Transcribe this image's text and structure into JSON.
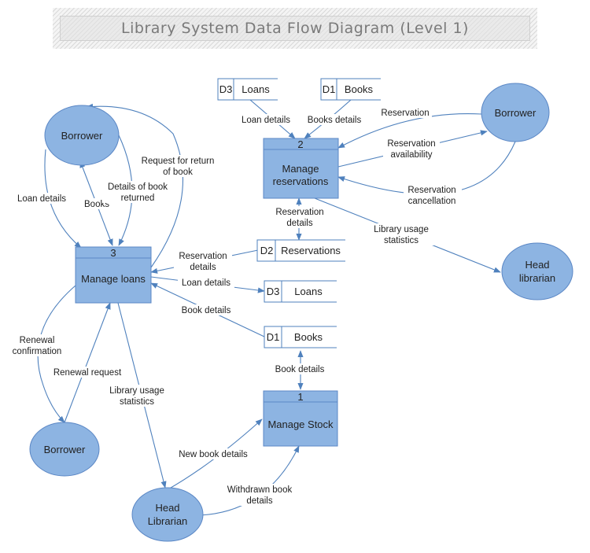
{
  "title": "Library System Data Flow Diagram (Level 1)",
  "entities": {
    "borrower_top_left": "Borrower",
    "borrower_top_right": "Borrower",
    "borrower_bottom": "Borrower",
    "head_librarian_right": [
      "Head",
      "librarian"
    ],
    "head_librarian_bottom": [
      "Head",
      "Librarian"
    ]
  },
  "processes": {
    "p1": {
      "number": "1",
      "name": [
        "Manage Stock"
      ]
    },
    "p2": {
      "number": "2",
      "name": [
        "Manage",
        "reservations"
      ]
    },
    "p3": {
      "number": "3",
      "name": [
        "Manage loans"
      ]
    }
  },
  "stores": {
    "d3_top": {
      "id": "D3",
      "name": "Loans"
    },
    "d1_top": {
      "id": "D1",
      "name": "Books"
    },
    "d2": {
      "id": "D2",
      "name": "Reservations"
    },
    "d3_mid": {
      "id": "D3",
      "name": "Loans"
    },
    "d1_mid": {
      "id": "D1",
      "name": "Books"
    }
  },
  "flows": {
    "loan_details_top": [
      "Loan details"
    ],
    "books_details_top": [
      "Books details"
    ],
    "reservation": [
      "Reservation"
    ],
    "reservation_availability": [
      "Reservation",
      "availability"
    ],
    "reservation_cancellation": [
      "Reservation",
      "cancellation"
    ],
    "reservation_details_p2": [
      "Reservation",
      "details"
    ],
    "library_usage_p2": [
      "Library usage",
      "statistics"
    ],
    "loan_details_borrower": [
      "Loan details"
    ],
    "books_borrower": [
      "Books"
    ],
    "details_of_book_returned": [
      "Details of book",
      "returned"
    ],
    "request_for_return": [
      "Request for return",
      "of book"
    ],
    "reservation_details_p3": [
      "Reservation",
      "details"
    ],
    "loan_details_p3": [
      "Loan details"
    ],
    "book_details_p3": [
      "Book details"
    ],
    "book_details_p1": [
      "Book details"
    ],
    "renewal_confirmation": [
      "Renewal",
      "confirmation"
    ],
    "renewal_request": [
      "Renewal request"
    ],
    "library_usage_p3": [
      "Library usage",
      "statistics"
    ],
    "new_book_details": [
      "New book details"
    ],
    "withdrawn_book_details": [
      "Withdrawn book",
      "details"
    ]
  }
}
